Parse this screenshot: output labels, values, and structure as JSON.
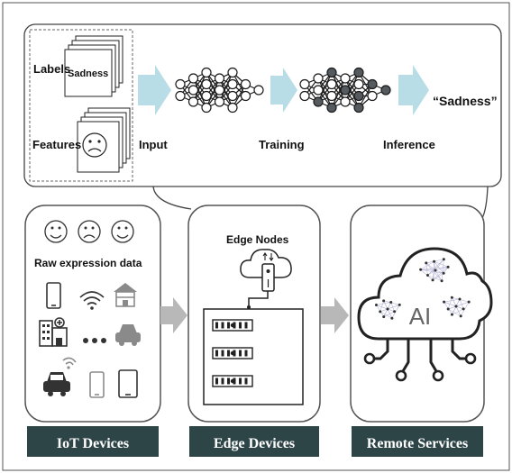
{
  "top_panel": {
    "labels_text": "Labels",
    "sadness_card_text": "Sadness",
    "features_text": "Features",
    "input_text": "Input",
    "training_text": "Training",
    "inference_text": "Inference",
    "output_text": "“Sadness”"
  },
  "iot": {
    "raw_data_text": "Raw expression data",
    "footer": "IoT Devices"
  },
  "edge": {
    "nodes_text": "Edge Nodes",
    "footer": "Edge Devices"
  },
  "remote": {
    "ai_text": "AI",
    "footer": "Remote Services"
  },
  "colors": {
    "footer_bg": "#2e4548",
    "arrow_blue": "#b9dde6",
    "arrow_grey": "#b8b8b8",
    "node_dark": "#555a5f"
  }
}
